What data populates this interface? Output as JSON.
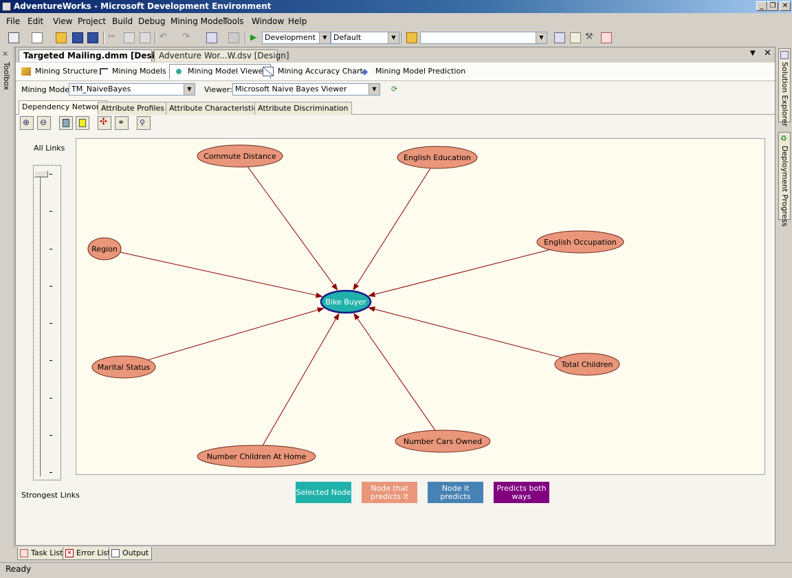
{
  "window": {
    "title": "AdventureWorks - Microsoft Development Environment"
  },
  "menu": [
    "File",
    "Edit",
    "View",
    "Project",
    "Build",
    "Debug",
    "Mining Model",
    "Tools",
    "Window",
    "Help"
  ],
  "toolbar": {
    "configuration": "Development",
    "platform": "Default",
    "find_value": ""
  },
  "side_panels": {
    "left": "Toolbox",
    "right_top": "Solution Explorer",
    "right_bottom": "Deployment Progress"
  },
  "doc_tabs": [
    "Targeted Mailing.dmm [Design]",
    "Adventure Wor...W.dsv [Design]"
  ],
  "designer_tabs": [
    "Mining Structure",
    "Mining Models",
    "Mining Model Viewer",
    "Mining Accuracy Chart",
    "Mining Model Prediction"
  ],
  "viewer_bar": {
    "mining_model_label": "Mining Model:",
    "mining_model_value": "TM_NaiveBayes",
    "viewer_label": "Viewer:",
    "viewer_value": "Microsoft Naive Bayes Viewer"
  },
  "sub_tabs": [
    "Dependency Network",
    "Attribute Profiles",
    "Attribute Characteristics",
    "Attribute Discrimination"
  ],
  "slider": {
    "top_label": "All Links",
    "bottom_label": "Strongest Links",
    "position": 0
  },
  "network": {
    "center": "Bike Buyer",
    "nodes": [
      "Commute Distance",
      "English Education",
      "Region",
      "English Occupation",
      "Marital Status",
      "Total Children",
      "Number Children At Home",
      "Number Cars Owned"
    ]
  },
  "legend": [
    "Selected Node",
    "Node that predicts it",
    "Node it predicts",
    "Predicts both ways"
  ],
  "colors": {
    "selected": "#20b2aa",
    "predictor": "#e9967a",
    "predicted": "#4682b4",
    "both": "#800080"
  },
  "bottom_tabs": [
    "Task List",
    "Error List",
    "Output"
  ],
  "status": "Ready"
}
